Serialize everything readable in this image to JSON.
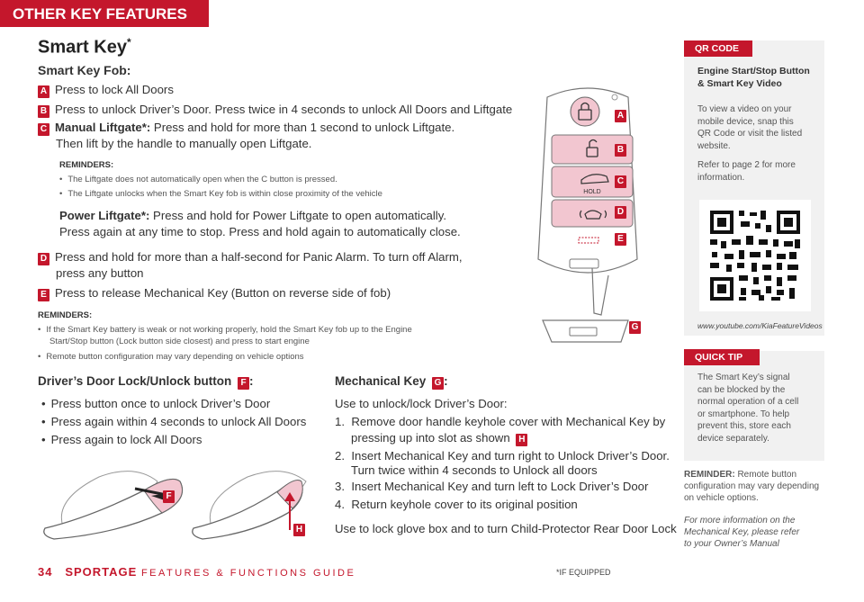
{
  "header": {
    "section": "OTHER KEY FEATURES"
  },
  "title": {
    "main": "Smart Key",
    "marker": "*"
  },
  "fob": {
    "heading": "Smart Key Fob:",
    "a": {
      "badge": "A",
      "text": "Press to lock All Doors"
    },
    "b": {
      "badge": "B",
      "text": "Press to unlock Driver’s Door. Press twice in 4 seconds to unlock All Doors and Liftgate"
    },
    "c": {
      "badge": "C",
      "label": "Manual Liftgate*:",
      "text": " Press and hold for more than 1 second to unlock Liftgate.",
      "text2": "Then lift by the handle to manually open Liftgate."
    },
    "reminders1": {
      "heading": "REMINDERS:",
      "items": [
        "The Liftgate does not automatically open when the C button is pressed.",
        "The Liftgate unlocks when the Smart Key fob is within close proximity of the vehicle"
      ]
    },
    "power": {
      "label": "Power Liftgate*:",
      "text": " Press and hold for Power Liftgate to open automatically.",
      "text2": "Press again at any time to stop. Press and hold again to automatically close."
    },
    "d": {
      "badge": "D",
      "text": "Press and hold for more than a half-second for Panic Alarm. To turn off Alarm,",
      "text2": "press any button"
    },
    "e": {
      "badge": "E",
      "text": "Press to release Mechanical Key (Button on reverse side of fob)"
    },
    "reminders2": {
      "heading": "REMINDERS:",
      "item1a": "If the Smart Key battery is weak or not working properly, hold the Smart Key fob up to the Engine",
      "item1b": "Start/Stop button (Lock button side closest) and press to start engine",
      "item2": "Remote button configuration may vary depending on vehicle options"
    },
    "hold_label": "HOLD"
  },
  "door": {
    "heading": "Driver’s Door Lock/Unlock button",
    "badge": "F",
    "heading_end": ":",
    "bullets": [
      "Press button once to unlock Driver’s Door",
      "Press again within 4 seconds to unlock All Doors",
      "Press again to lock All Doors"
    ]
  },
  "mech": {
    "heading": "Mechanical Key",
    "badge": "G",
    "heading_end": ":",
    "intro": "Use to unlock/lock Driver’s Door:",
    "s1n": "1.",
    "s1a": "Remove door handle keyhole cover with Mechanical Key by",
    "s1b": "pressing up into slot as shown",
    "s1badge": "H",
    "s2n": "2.",
    "s2a": "Insert Mechanical Key and turn right to Unlock Driver’s Door.",
    "s2b": "Turn twice within 4 seconds to Unlock all doors",
    "s3n": "3.",
    "s3": "Insert Mechanical Key and turn left to Lock Driver’s Door",
    "s4n": "4.",
    "s4": "Return keyhole cover to its original position",
    "outro": "Use to lock glove box and to turn Child-Protector Rear Door Lock"
  },
  "sidebar": {
    "qr_tag": "QR CODE",
    "qr_title1": "Engine Start/Stop Button",
    "qr_title2": "& Smart Key Video",
    "qr_text1": "To view a video on your",
    "qr_text2": "mobile device, snap this",
    "qr_text3": "QR Code or visit the listed",
    "qr_text4": "website.",
    "qr_ref1": "Refer to page 2 for more",
    "qr_ref2": "information.",
    "qr_url": "www.youtube.com/KiaFeatureVideos",
    "tip_tag": "QUICK TIP",
    "tip1": "The Smart Key’s signal",
    "tip2": "can be blocked by the",
    "tip3": "normal operation of a cell",
    "tip4": "or smartphone. To help",
    "tip5": "prevent this, store each",
    "tip6": "device separately.",
    "rem_label": "REMINDER:",
    "rem_text1": " Remote button",
    "rem_text2": "configuration may vary depending",
    "rem_text3": "on vehicle options.",
    "more1": "For more information on the",
    "more2": "Mechanical Key, please refer",
    "more3": "to your Owner’s Manual"
  },
  "footer": {
    "page": "34",
    "brand": "SPORTAGE",
    "guide": "FEATURES & FUNCTIONS GUIDE",
    "note": "*IF EQUIPPED"
  },
  "colors": {
    "accent": "#c4172c",
    "pink": "#f2c6d0"
  },
  "icons": [
    "lock-icon",
    "unlock-icon",
    "liftgate-icon",
    "panic-icon",
    "release-icon"
  ]
}
